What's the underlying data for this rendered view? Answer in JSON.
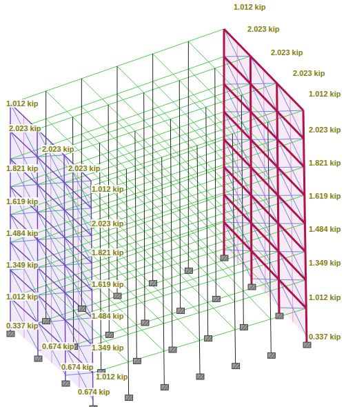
{
  "diagram": {
    "labels": [
      "1.012 kip",
      "2.023 kip",
      "2.023 kip",
      "2.023 kip",
      "1.012 kip",
      "2.023 kip",
      "1.821 kip",
      "1.619 kip",
      "1.484 kip",
      "1.349 kip",
      "1.012 kip",
      "0.337 kip",
      "1.012 kip",
      "2.023 kip",
      "2.023 kip",
      "2.023 kip",
      "1.821 kip",
      "1.619 kip",
      "1.484 kip",
      "1.349 kip",
      "1.012 kip",
      "0.337 kip",
      "1.012 kip",
      "2.023 kip",
      "1.821 kip",
      "1.619 kip",
      "1.484 kip",
      "1.349 kip",
      "1.012 kip",
      "0.674 kip",
      "0.674 kip",
      "0.674 kip"
    ]
  }
}
